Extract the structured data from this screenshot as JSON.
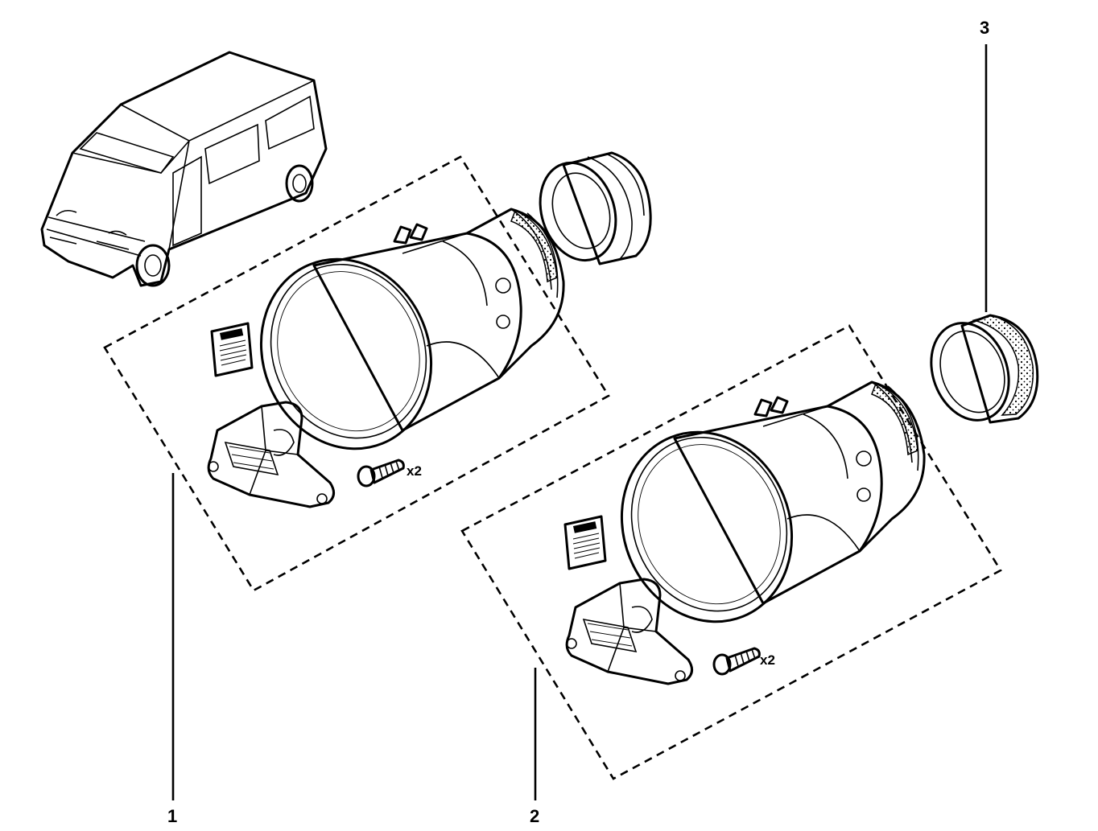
{
  "callouts": {
    "item1": "1",
    "item2": "2",
    "item3": "3"
  },
  "quantities": {
    "kit1_screws": "x2",
    "kit2_screws": "x2"
  },
  "colors": {
    "ink": "#000000",
    "background": "#ffffff"
  },
  "icons": {
    "vehicle": "van-illustration-icon",
    "fog_lamp": "fog-lamp-icon",
    "lamp_bezel": "lamp-bezel-ring-icon",
    "bracket": "mounting-bracket-icon",
    "screw": "screw-icon",
    "leaflet": "instruction-leaflet-icon"
  }
}
